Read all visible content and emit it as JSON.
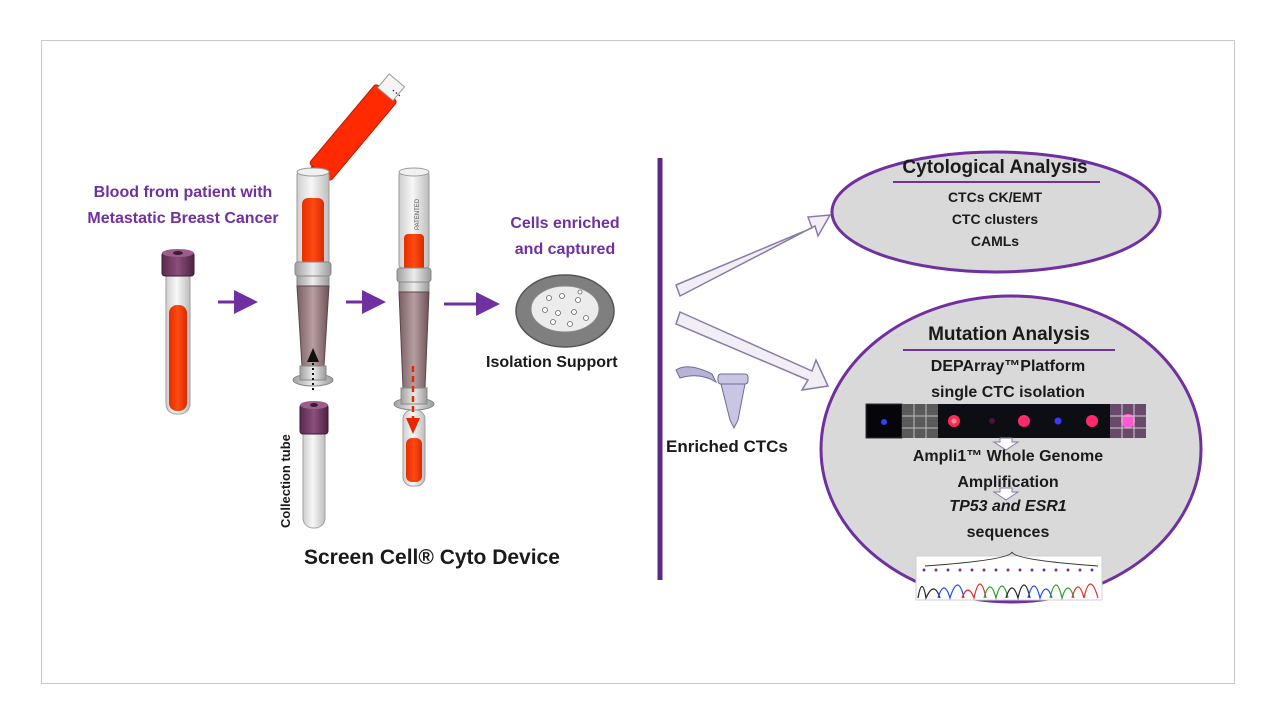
{
  "labels": {
    "blood_line1": "Blood from patient with",
    "blood_line2": "Metastatic Breast Cancer",
    "collection_tube": "Collection tube",
    "device": "Screen Cell® Cyto Device",
    "cells_line1": "Cells enriched",
    "cells_line2": "and captured",
    "isolation_support": "Isolation Support",
    "enriched_ctcs": "Enriched CTCs",
    "syringe_marking": "PATENTED"
  },
  "cytology": {
    "title": "Cytological Analysis",
    "items": [
      "CTCs CK/EMT",
      "CTC clusters",
      "CAMLs"
    ]
  },
  "mutation": {
    "title": "Mutation Analysis",
    "platform_line1": "DEPArray™Platform",
    "platform_line2": "single CTC  isolation",
    "ampli_line1": "Ampli1™ Whole Genome",
    "ampli_line2": "Amplification",
    "seq_line1_a": "TP53",
    "seq_line1_b": " and ",
    "seq_line1_c": "ESR1",
    "seq_line2": "sequences"
  },
  "colors": {
    "purple": "#7030a0",
    "blood": "#ff3300",
    "ellipse_fill": "#d9d9d9",
    "arrow_fill": "#f2eef6",
    "arrow_stroke": "#8c7aa6"
  }
}
